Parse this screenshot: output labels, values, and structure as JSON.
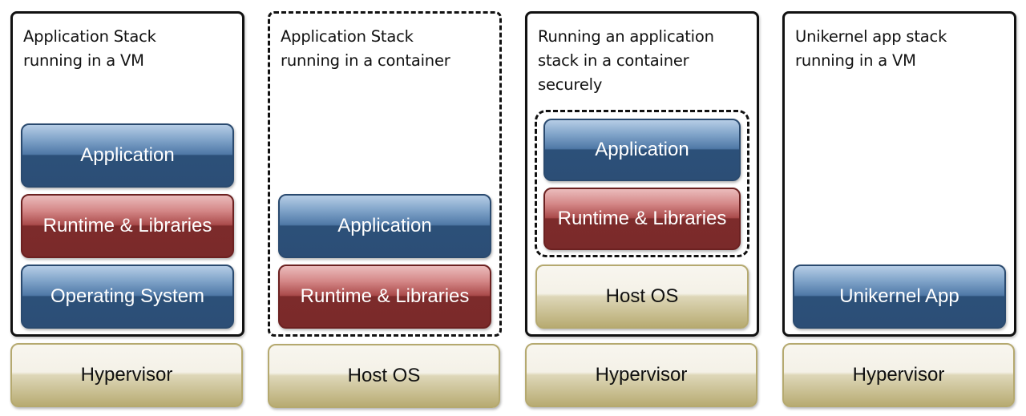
{
  "columns": [
    {
      "title": "Application Stack\nrunning in a VM",
      "boundary": "VM",
      "layers": [
        "Application",
        "Runtime & Libraries",
        "Operating System"
      ],
      "base": "Hypervisor"
    },
    {
      "title": "Application Stack\nrunning in a container",
      "boundary": "container",
      "layers": [
        "Application",
        "Runtime & Libraries"
      ],
      "base": "Host OS"
    },
    {
      "title": "Running an application\nstack in a container\nsecurely",
      "boundary": "VM",
      "inner_boundary": "container",
      "layers": [
        "Application",
        "Runtime & Libraries",
        "Host OS"
      ],
      "base": "Hypervisor"
    },
    {
      "title": "Unikernel app stack\nrunning in a VM",
      "boundary": "VM",
      "layers": [
        "Unikernel App"
      ],
      "base": "Hypervisor"
    }
  ],
  "colors": {
    "application": "#2c4e76",
    "runtime": "#7a2a2a",
    "os_base": "#b8ab72",
    "border": "#111111"
  }
}
